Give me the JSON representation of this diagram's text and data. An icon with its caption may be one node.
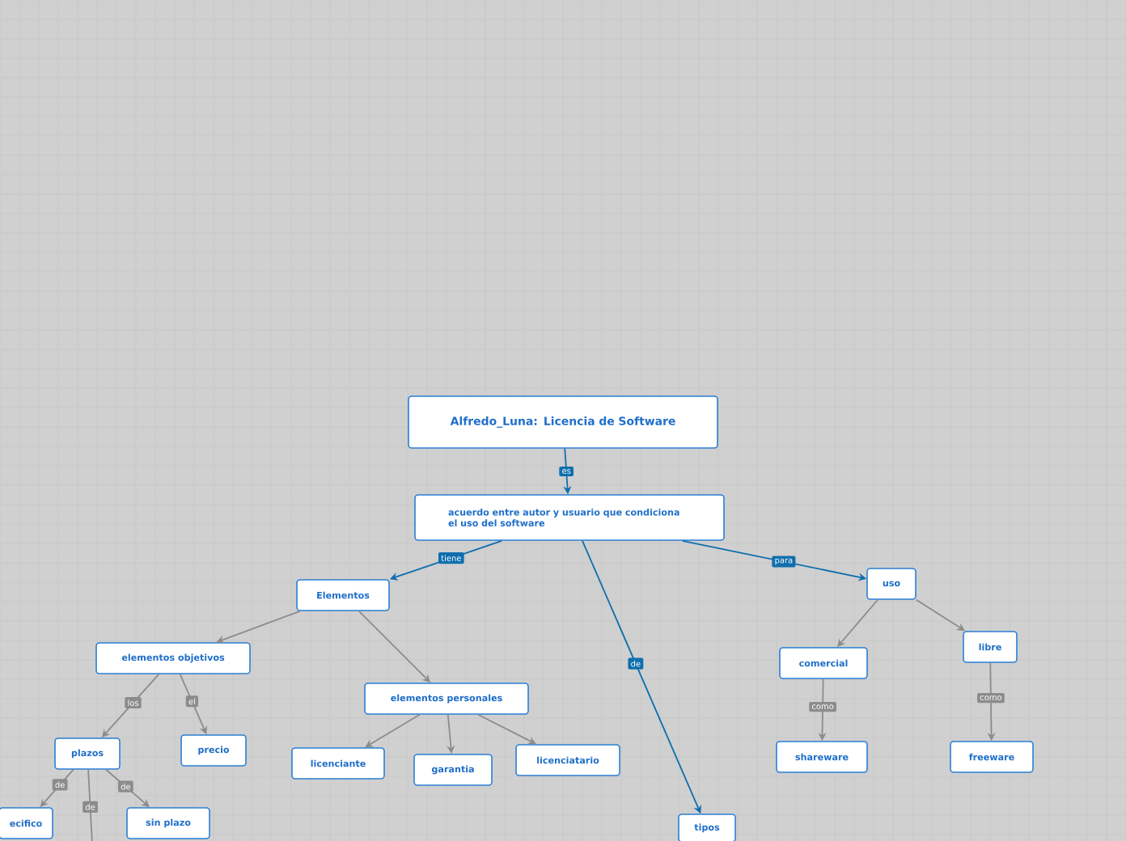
{
  "diagram": {
    "nodes": [
      {
        "text": [
          "acuerdo entre autor y usuario que condiciona el uso del software"
        ]
      },
      {
        "text": [
          "Elementos"
        ]
      },
      {
        "text": [
          "uso"
        ]
      },
      {
        "text": [
          "elementos objetivos"
        ]
      },
      {
        "text": [
          "elementos personales"
        ]
      },
      {
        "text": [
          "comercial"
        ]
      },
      {
        "text": [
          "libre"
        ]
      },
      {
        "text": [
          "plazos"
        ]
      },
      {
        "text": [
          "precio"
        ]
      },
      {
        "text": [
          "licenciante"
        ]
      },
      {
        "text": [
          "garantia"
        ]
      },
      {
        "text": [
          "licenciatario"
        ]
      },
      {
        "text": [
          "shareware"
        ]
      },
      {
        "text": [
          "freeware"
        ]
      },
      {
        "text": [
          "ecifico"
        ]
      },
      {
        "text": [
          "sin plazo"
        ]
      },
      {
        "text": [
          "tipos"
        ]
      },
      {
        "text": [
          "Alfredo_Luna: Licencia de Software"
        ]
      }
    ],
    "edges": [
      {
        "from": 17,
        "to": 0,
        "arrow": "to",
        "label": "es",
        "color": "#0f6fae"
      },
      {
        "from": 0,
        "to": 1,
        "arrow": "to",
        "label": "tiene",
        "color": "#0f6fae"
      },
      {
        "from": 0,
        "to": 2,
        "arrow": "to",
        "label": "para",
        "color": "#0f6fae"
      },
      {
        "from": 0,
        "to": 16,
        "arrow": "to",
        "label": "de",
        "color": "#0f6fae"
      },
      {
        "from": 1,
        "to": 3,
        "arrow": "to"
      },
      {
        "from": 1,
        "to": 4,
        "arrow": "to"
      },
      {
        "from": 2,
        "to": 5,
        "arrow": "to"
      },
      {
        "from": 2,
        "to": 6,
        "arrow": "to"
      },
      {
        "from": 3,
        "to": 7,
        "arrow": "to",
        "label": "los"
      },
      {
        "from": 3,
        "to": 8,
        "arrow": "to",
        "label": "el"
      },
      {
        "from": 4,
        "to": 9,
        "arrow": "to"
      },
      {
        "from": 4,
        "to": 10,
        "arrow": "to"
      },
      {
        "from": 4,
        "to": 11,
        "arrow": "to"
      },
      {
        "from": 5,
        "to": 12,
        "arrow": "to",
        "label": "como"
      },
      {
        "from": 6,
        "to": 13,
        "arrow": "to",
        "label": "como"
      },
      {
        "from": 7,
        "to": 14,
        "arrow": "to",
        "label": "de"
      },
      {
        "from": 7,
        "to": 15,
        "arrow": "to",
        "label": "de"
      },
      {
        "from": 7,
        "to": null,
        "arrow": "none",
        "label": "de"
      }
    ]
  }
}
